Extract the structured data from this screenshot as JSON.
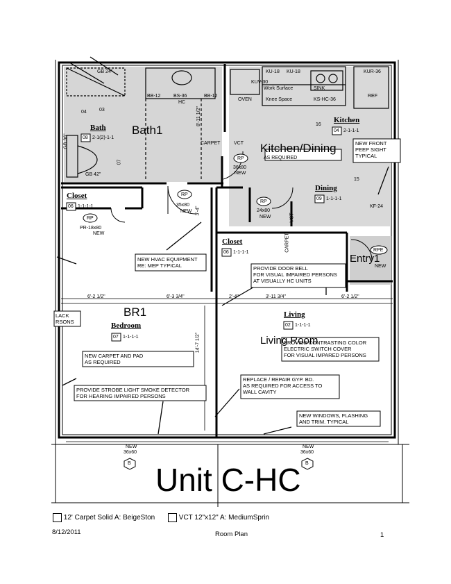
{
  "rooms": {
    "bath1": "Bath1",
    "kitchen_dining": "Kitchen/Dining",
    "br1": "BR1",
    "living_room": "Living Room",
    "entry": "Entry1"
  },
  "tags": {
    "bath": {
      "label": "Bath",
      "code": "08",
      "spec": "2-1(2)-1-1"
    },
    "kitchen": {
      "label": "Kitchen",
      "code": "04",
      "spec": "2-1-1-1"
    },
    "dining": {
      "label": "Dining",
      "code": "09",
      "spec": "1-1-1-1"
    },
    "closet1": {
      "label": "Closet",
      "code": "06",
      "spec": "1-1-1-1"
    },
    "closet2": {
      "label": "Closet",
      "code": "06",
      "spec": "1-1-1-1"
    },
    "bedroom": {
      "label": "Bedroom",
      "code": "07",
      "spec": "1-1-1-1"
    },
    "living": {
      "label": "Living",
      "code": "02",
      "spec": "1-1-1-1"
    }
  },
  "fixtures": {
    "gb24": "GB 24\"",
    "gb36": "GB 36\"",
    "gb42": "GB 42\"",
    "bb12a": "BB-12",
    "bs36": "BS-36",
    "hc": "HC",
    "bb12b": "BB-12",
    "ku18a": "KU-18",
    "ku18b": "KU-18",
    "kuv30": "KUV-30",
    "kur36": "KUR-36",
    "work_surface": "Work Surface",
    "sink": "SINK",
    "oven": "OVEN",
    "knee_space": "Knee Space",
    "ks_hc_36": "KS-HC-36",
    "ref": "REF",
    "kf24": "KF-24",
    "carpet_v1": "CARPET",
    "carpet_v2": "CARPET",
    "vct_h": "VCT",
    "vct_v": "VCT",
    "dim_bath": "8'-11 1/2\"",
    "num_04": "04",
    "num_03": "03",
    "num_16": "16",
    "num_15": "15",
    "num_07": "07"
  },
  "doors": {
    "rp_bath": {
      "tag": "RP",
      "size": "36x80",
      "note": "NEW"
    },
    "rp_bed": {
      "tag": "RP",
      "size": "35x80",
      "note": "NEW"
    },
    "rp_closet": {
      "tag": "RP",
      "size": "24x80",
      "note": "NEW"
    },
    "rp_pr": {
      "tag": "RP",
      "size": "PR-18x80",
      "note": "NEW"
    },
    "rpe_entry": {
      "tag": "RPE",
      "size": "",
      "note": "NEW"
    },
    "window_left": {
      "label": "NEW",
      "size": "36x60",
      "tag": "B"
    },
    "window_right": {
      "label": "NEW",
      "size": "36x60",
      "tag": "B"
    },
    "as_required": "AS REQUIRED",
    "dim_34": "3'-4\""
  },
  "notes": {
    "hvac": [
      "NEW HVAC EQUIPMENT",
      "RE: MEP TYPICAL"
    ],
    "door_bell": [
      "PROVIDE DOOR BELL",
      "FOR VISUAL IMPAIRED PERSONS",
      "AT VISUALLY HC UNITS"
    ],
    "peep": [
      "NEW FRONT",
      "PEEP SIGHT",
      "TYPICAL"
    ],
    "contrast": [
      "PROVIDE CONTRASTING COLOR",
      "ELECTRIC SWITCH COVER",
      "FOR VISUAL IMPARED PERSONS"
    ],
    "carpet_pad": [
      "NEW CARPET AND PAD",
      "AS REQUIRED"
    ],
    "strobe": [
      "PROVIDE STROBE LIGHT SMOKE DETECTOR",
      "FOR HEARING IMPAIRED PERSONS"
    ],
    "gyp": [
      "REPLACE / REPAIR GYP. BD.",
      "AS REQUIRED FOR ACCESS TO",
      "WALL CAVITY"
    ],
    "windows": [
      "NEW WINDOWS, FLASHING",
      "AND TRIM. TYPICAL"
    ],
    "lack": [
      "LACK",
      "RSONS"
    ]
  },
  "dimensions": {
    "d1": "6'-2 1/2\"",
    "d2": "6'-3 3/4\"",
    "d3": "2'-4\"",
    "d4": "3'-11 3/4\"",
    "d5": "6'-2 1/2\"",
    "d6": "14'-7 1/2\""
  },
  "unit_title": "Unit C-HC",
  "legend": {
    "carpet": "12' Carpet Solid A: BeigeSton",
    "vct": "VCT 12\"x12\" A: MediumSprin"
  },
  "footer": {
    "date": "8/12/2011",
    "title": "Room Plan",
    "page": "1"
  }
}
